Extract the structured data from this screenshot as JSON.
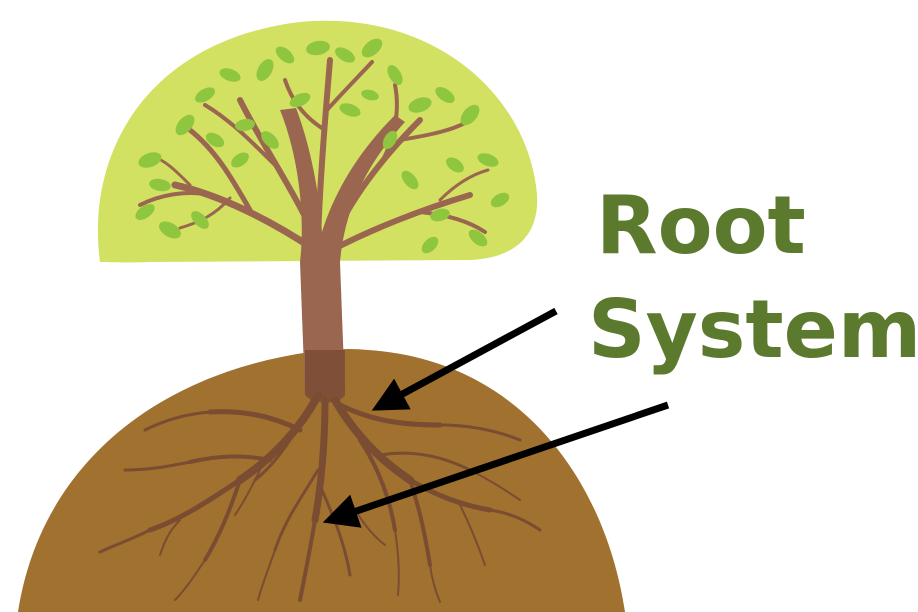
{
  "label": {
    "line1": "Root",
    "line2": "System"
  },
  "colors": {
    "canopy": "#d3e162",
    "leaf": "#8ec63f",
    "trunk": "#9a6650",
    "soil": "#a1712f",
    "root": "#7a4c32",
    "label_text": "#5b7a2e",
    "arrow": "#000000"
  },
  "icons": {
    "tree": "tree-illustration",
    "soil": "soil-mound",
    "arrows": "pointer-arrow"
  }
}
